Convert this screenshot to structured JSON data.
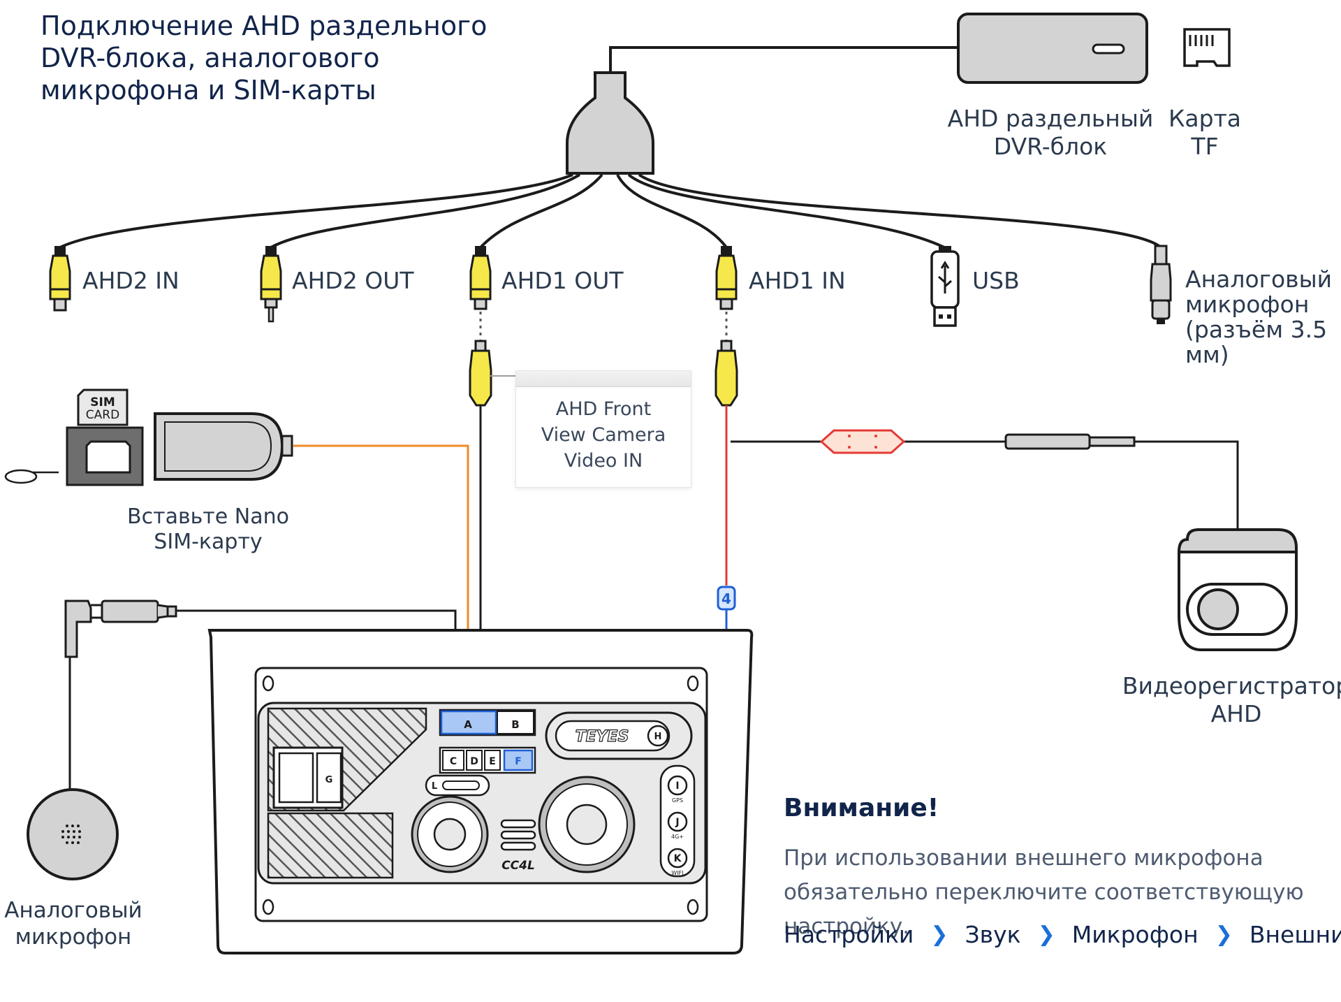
{
  "title": "Подключение AHD раздельного\nDVR-блока, аналогового\nмикрофона и SIM-карты",
  "dvr_unit_label": "AHD раздельный\nDVR-блок",
  "tf_card_label": "Карта\nTF",
  "connectors": {
    "ahd2_in": "AHD2 IN",
    "ahd2_out": "AHD2 OUT",
    "ahd1_out": "AHD1 OUT",
    "ahd1_in": "AHD1 IN",
    "usb": "USB",
    "analog_mic": "Аналоговый\nмикрофон\n(разъём 3.5 мм)"
  },
  "sim_card_icon_text": "SIM\nCARD",
  "sim_label": "Вставьте Nano\nSIM-карту",
  "front_camera_box": "AHD Front\nView Camera\nVideo IN",
  "dashcam_label": "Видеорегистратор\nAHD",
  "mic_label": "Аналоговый\nмикрофон",
  "wire_badge": "4",
  "head_unit": {
    "brand": "TEYES",
    "model": "CC4L",
    "ports": [
      "A",
      "B",
      "C",
      "D",
      "E",
      "F",
      "G",
      "H",
      "L"
    ],
    "antenna_ports": [
      {
        "letter": "I",
        "label": "GPS"
      },
      {
        "letter": "J",
        "label": "4G+"
      },
      {
        "letter": "K",
        "label": "WIFI"
      }
    ]
  },
  "attention": {
    "heading": "Внимание!",
    "text": "При использовании внешнего микрофона обязательно переключите соответствующую настройку.",
    "path": [
      "Настройки",
      "Звук",
      "Микрофон",
      "Внешний"
    ]
  },
  "colors": {
    "title": "#11244a",
    "cable_yellow": "#f6e84a",
    "sim_wire": "#f08a24",
    "power_wire": "#e53935",
    "signal_wire": "#1f5fd4",
    "port_highlight": "#a9c8f5",
    "link_arrow": "#1a6fd8"
  }
}
